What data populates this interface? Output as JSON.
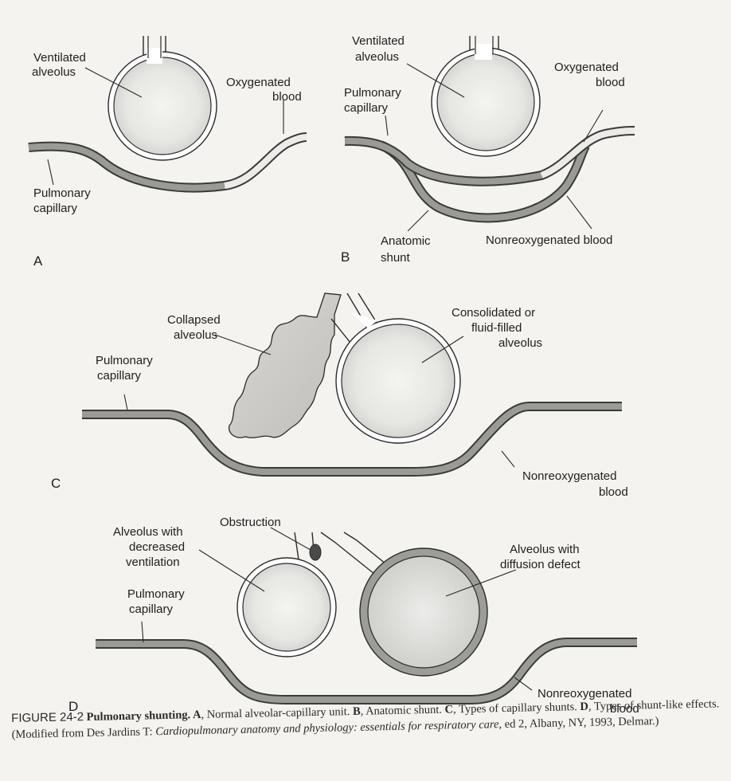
{
  "panels": {
    "a": {
      "letter": "A",
      "labels": {
        "ventilated_alveolus": [
          "Ventilated",
          "alveolus"
        ],
        "oxygenated_blood": [
          "Oxygenated",
          "blood"
        ],
        "pulmonary_capillary": [
          "Pulmonary",
          "capillary"
        ]
      }
    },
    "b": {
      "letter": "B",
      "labels": {
        "ventilated_alveolus": [
          "Ventilated",
          "alveolus"
        ],
        "oxygenated_blood": [
          "Oxygenated",
          "blood"
        ],
        "pulmonary_capillary": [
          "Pulmonary",
          "capillary"
        ],
        "anatomic_shunt": [
          "Anatomic",
          "shunt"
        ],
        "nonreoxygenated_blood": "Nonreoxygenated blood"
      }
    },
    "c": {
      "letter": "C",
      "labels": {
        "collapsed_alveolus": [
          "Collapsed",
          "alveolus"
        ],
        "consolidated_alveolus": [
          "Consolidated or",
          "fluid-filled",
          "alveolus"
        ],
        "pulmonary_capillary": [
          "Pulmonary",
          "capillary"
        ],
        "nonreoxygenated_blood": [
          "Nonreoxygenated",
          "blood"
        ]
      }
    },
    "d": {
      "letter": "D",
      "labels": {
        "decreased_ventilation": [
          "Alveolus with",
          "decreased",
          "ventilation"
        ],
        "obstruction": "Obstruction",
        "diffusion_defect": [
          "Alveolus with",
          "diffusion defect"
        ],
        "pulmonary_capillary": [
          "Pulmonary",
          "capillary"
        ],
        "nonreoxygenated_blood": [
          "Nonreoxygenated",
          "blood"
        ]
      }
    }
  },
  "caption": {
    "figure_label": "FIGURE 24-2",
    "title": "Pulmonary shunting.",
    "segments": [
      {
        "text": " A",
        "style": "bold"
      },
      {
        "text": ", Normal alveolar-capillary unit. ",
        "style": "normal"
      },
      {
        "text": "B",
        "style": "bold"
      },
      {
        "text": ", Anatomic shunt. ",
        "style": "normal"
      },
      {
        "text": "C",
        "style": "bold"
      },
      {
        "text": ", Types of capillary shunts. ",
        "style": "normal"
      },
      {
        "text": "D",
        "style": "bold"
      },
      {
        "text": ", Types of shunt-like effects. (Modified from Des Jardins T: ",
        "style": "normal"
      },
      {
        "text": "Cardiopulmonary anatomy and physiology: essentials for respiratory care,",
        "style": "italic"
      },
      {
        "text": " ed 2, Albany, NY, 1993, Delmar.)",
        "style": "normal"
      }
    ]
  }
}
